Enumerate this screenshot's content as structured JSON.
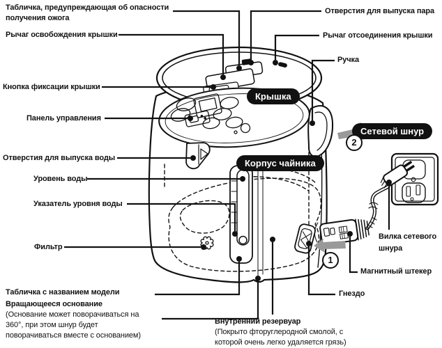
{
  "palette": {
    "ink": "#111111",
    "gray_arrow": "#999999",
    "badge_bg": "#111111",
    "badge_text": "#ffffff",
    "background": "#ffffff"
  },
  "badges": {
    "lid": "Крышка",
    "body": "Корпус чайника",
    "cord": "Сетевой шнур"
  },
  "callouts_left": {
    "burn_label_line1": "Табличка, предупреждающая об опасности",
    "burn_label_line2": "получения ожога",
    "lid_release_lever": "Рычаг освобождения крышки",
    "lid_lock_button": "Кнопка фиксации крышки",
    "control_panel": "Панель управления",
    "water_outlet_holes": "Отверстия для выпуска воды",
    "water_level": "Уровень воды",
    "water_level_gauge": "Указатель уровня воды",
    "filter": "Фильтр",
    "model_plate": "Табличка с названием модели",
    "rotating_base_title": "Вращающееся основание",
    "rotating_base_note1": "(Основание может поворачиваться на",
    "rotating_base_note2": "360°, при этом шнур будет",
    "rotating_base_note3": "поворачиваться вместе с основанием)"
  },
  "callouts_right": {
    "steam_vent_holes": "Отверстия для выпуска пара",
    "lid_detach_lever": "Рычаг отсоединения крышки",
    "handle": "Ручка",
    "power_plug_line1": "Вилка сетевого",
    "power_plug_line2": "шнура",
    "magnetic_plug": "Магнитный штекер",
    "socket": "Гнездо"
  },
  "callouts_bottom": {
    "inner_reservoir_title": "Внутренний резервуар",
    "inner_reservoir_note1": "(Покрыто фторуглеродной смолой, с",
    "inner_reservoir_note2": "которой очень легко удаляется грязь)"
  },
  "steps": {
    "step1": "1",
    "step2": "2"
  }
}
